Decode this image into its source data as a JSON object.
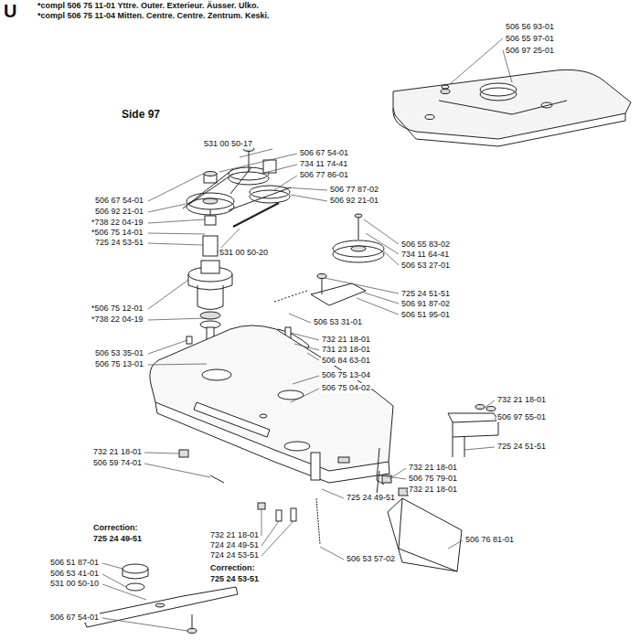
{
  "diagram": {
    "title": "Side 97",
    "labels": [
      "U",
      "*compl 506 75 11-01 Yttre. Outer. Exterieur. Äusser. Ulko.",
      "*compl 506 75 11-04 Mitten. Centre. Centre. Zentrum. Keski.",
      "506 56 93-01",
      "506 55 97-01",
      "506 97 25-01",
      "531 00 50-17",
      "506 67 54-01",
      "734 11 74-41",
      "506 77 86-01",
      "506 77 87-02",
      "506 92 21-01",
      "506 67 54-01",
      "506 92 21-01",
      "*738 22 04-19",
      "*506 75 14-01",
      "725 24 53-51",
      "531 00 50-20",
      "506 55 83-02",
      "734 11 64-41",
      "506 53 27-01",
      "725 24 51-51",
      "506 91 87-02",
      "506 51 95-01",
      "*506 75 12-01",
      "*738 22 04-19",
      "506 53 31-01",
      "732 21 18-01",
      "731 23 18-01",
      "506 84 63-01",
      "506 53 35-01",
      "506 75 13-01",
      "506 75 13-04",
      "506 75 04-02",
      "732 21 18-01",
      "506 97 55-01",
      "725 24 51-51",
      "732 21 18-01",
      "506 59 74-01",
      "732 21 18-01",
      "506 75 79-01",
      "732 21 18-01",
      "725 24 49-51",
      "Correction:",
      "725 24 49-51",
      "732 21 18-01",
      "724 24 49-51",
      "724 24 53-51",
      "506 53 57-02",
      "506 76 81-01",
      "506 51 87-01",
      "506 53 41-01",
      "531 00 50-10",
      "Correction:",
      "725 24 53-51",
      "506 67 54-01"
    ]
  }
}
